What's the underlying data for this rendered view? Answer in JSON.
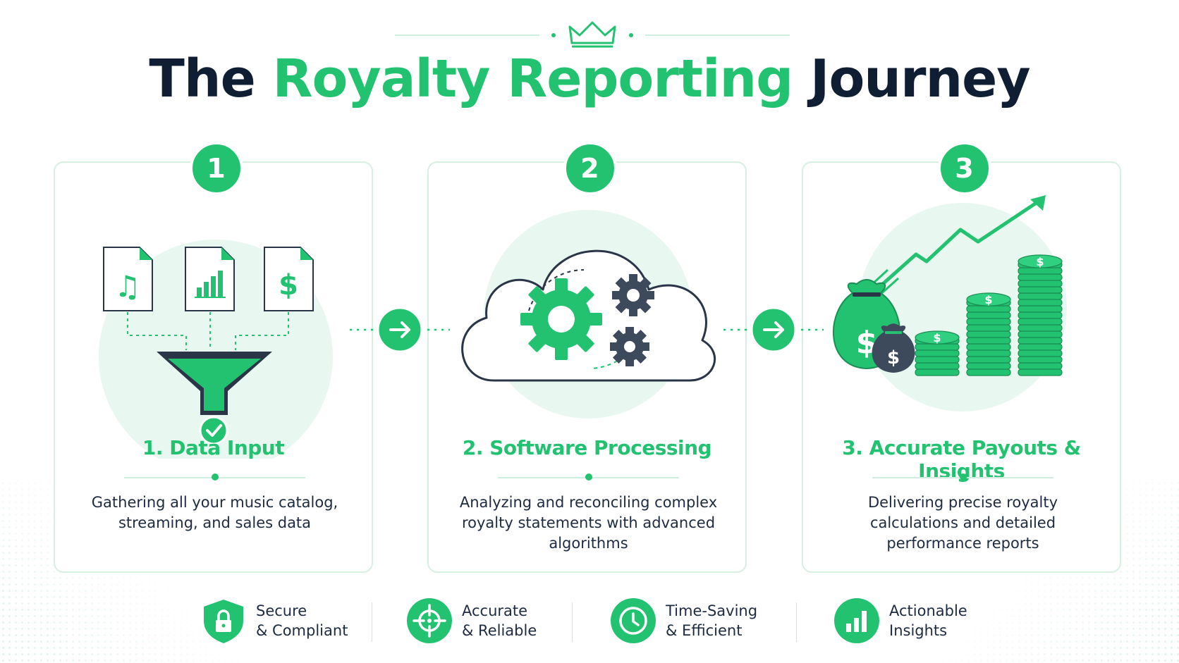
{
  "title": {
    "part1": "The",
    "part2": "Royalty Reporting",
    "part3": "Journey"
  },
  "steps": [
    {
      "number": "1",
      "title": "1. Data Input",
      "description": "Gathering all your music catalog, streaming, and sales data"
    },
    {
      "number": "2",
      "title": "2. Software Processing",
      "description": "Analyzing and reconciling complex royalty statements with advanced algorithms"
    },
    {
      "number": "3",
      "title": "3. Accurate Payouts & Insights",
      "description": "Delivering precise royalty calculations and detailed performance reports"
    }
  ],
  "features": [
    {
      "line1": "Secure",
      "line2": "& Compliant",
      "icon": "shield-lock-icon"
    },
    {
      "line1": "Accurate",
      "line2": "& Reliable",
      "icon": "target-icon"
    },
    {
      "line1": "Time-Saving",
      "line2": "& Efficient",
      "icon": "clock-icon"
    },
    {
      "line1": "Actionable",
      "line2": "Insights",
      "icon": "bar-chart-icon"
    }
  ],
  "colors": {
    "accent": "#22c271",
    "dark": "#0f1e33",
    "light_green": "#e8f7ef",
    "gray_icon": "#3d4a5c"
  }
}
